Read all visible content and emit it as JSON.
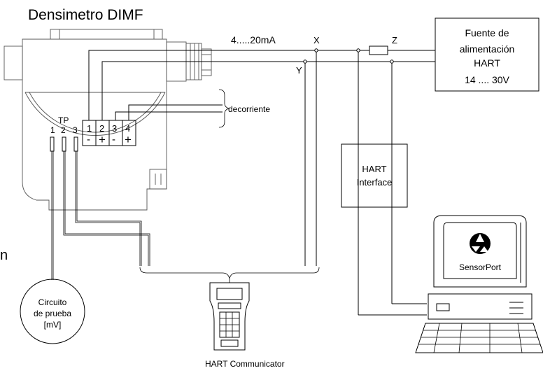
{
  "title": "Densimetro DIMF",
  "signal_label": "4.....20mA",
  "node_x": "X",
  "node_y": "Y",
  "node_z": "Z",
  "power_supply": {
    "line1": "Fuente de",
    "line2": "alimentación",
    "line3": "HART",
    "line4": "14 .... 30V"
  },
  "current_label": "decorriente",
  "terminals": {
    "numbers": [
      "1",
      "2",
      "3",
      "4"
    ],
    "signs": [
      "-",
      "+",
      "-",
      "+"
    ]
  },
  "test_points": {
    "tp_label": "TP",
    "numbers": [
      "1",
      "2",
      "3"
    ]
  },
  "hart_interface": {
    "line1": "HART",
    "line2": "Interface"
  },
  "sensorport_label": "SensorPort",
  "communicator_label": "HART Communicator",
  "test_circuit": {
    "line1": "Circuito",
    "line2": "de prueba",
    "line3": "[mV]"
  },
  "cut_text": "n"
}
